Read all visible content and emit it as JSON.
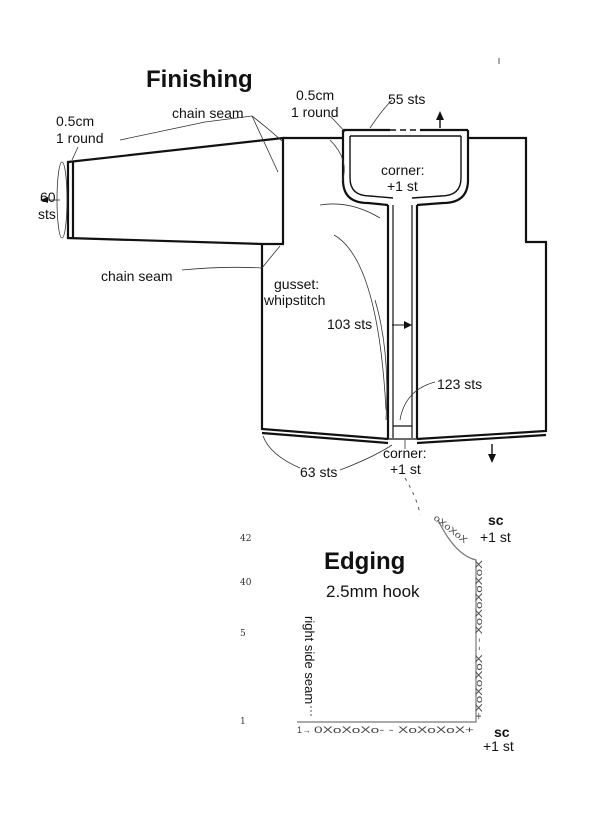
{
  "finishing": {
    "title": "Finishing",
    "labels": {
      "sleeve_edge_size": "0.5cm",
      "sleeve_edge_rounds": "1 round",
      "sleeve_sts_count": "60",
      "sleeve_sts_unit": "sts",
      "chain_seam_top": "chain seam",
      "chain_seam_bottom": "chain seam",
      "neck_edge_size": "0.5cm",
      "neck_edge_rounds": "1 round",
      "neck_sts": "55 sts",
      "corner_top_1": "corner:",
      "corner_top_2": "+1 st",
      "gusset_1": "gusset:",
      "gusset_2": "whipstitch",
      "front_sts": "103 sts",
      "hem_right_sts": "123 sts",
      "hem_left_sts": "63 sts",
      "corner_bottom_1": "corner:",
      "corner_bottom_2": "+1 st"
    }
  },
  "edging": {
    "title": "Edging",
    "hook": "2.5mm hook",
    "side_label": "right side seam",
    "corner_top_sc": "sc",
    "corner_top_add": "+1 st",
    "corner_bottom_sc": "sc",
    "corner_bottom_add": "+1 st",
    "start_marker": "1→",
    "bottom_row_stitches": "0XoXoXo- - XoXoXoX+",
    "side_column_stitches": "+XoXoXoX - - XoXoXoXoX",
    "curve_stitches": "oXoXoX",
    "edge_numbers": [
      "42",
      "40",
      "5",
      "1"
    ]
  }
}
